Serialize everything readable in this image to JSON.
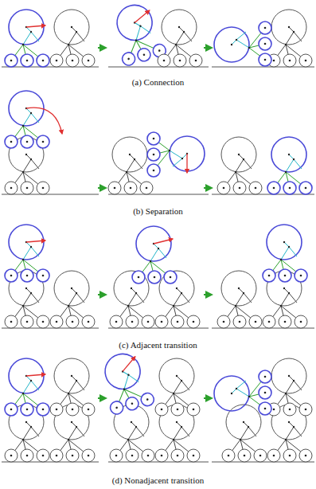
{
  "diagram": {
    "labels": [
      "(a) Connection",
      "(b) Separation",
      "(c) Adjacent transition",
      "(d) Nonadjacent transition"
    ]
  }
}
